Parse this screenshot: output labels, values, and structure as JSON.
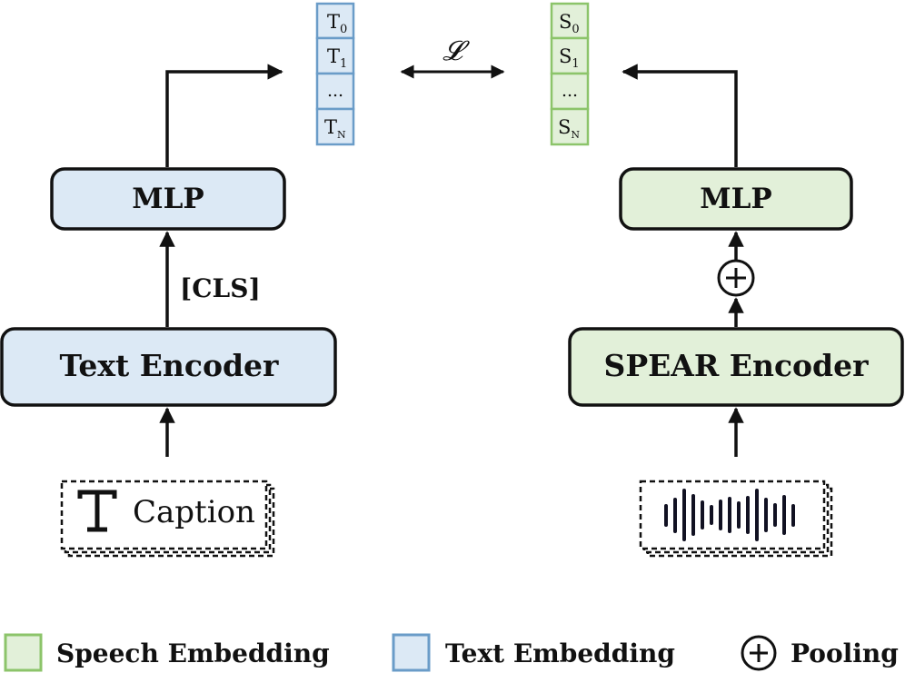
{
  "text_branch": {
    "input_label": "Caption",
    "input_icon": "text-format-icon",
    "encoder_label": "Text Encoder",
    "token_label": "[CLS]",
    "mlp_label": "MLP",
    "embedding_cells": [
      {
        "main": "T",
        "sub": "0"
      },
      {
        "main": "T",
        "sub": "1"
      },
      {
        "main": "...",
        "sub": ""
      },
      {
        "main": "T",
        "sub": "N"
      }
    ]
  },
  "speech_branch": {
    "input_icon": "waveform-icon",
    "encoder_label": "SPEAR Encoder",
    "pooling_symbol": "+",
    "mlp_label": "MLP",
    "embedding_cells": [
      {
        "main": "S",
        "sub": "0"
      },
      {
        "main": "S",
        "sub": "1"
      },
      {
        "main": "...",
        "sub": ""
      },
      {
        "main": "S",
        "sub": "N"
      }
    ]
  },
  "loss_label": "𝓛",
  "legend": {
    "speech": "Speech Embedding",
    "text": "Text Embedding",
    "pooling": "Pooling",
    "pooling_symbol": "+"
  },
  "colors": {
    "text_fill": "#dce9f5",
    "text_stroke": "#6a9cc8",
    "speech_fill": "#e2f0d9",
    "speech_stroke": "#8cc46a",
    "line": "#111111"
  }
}
